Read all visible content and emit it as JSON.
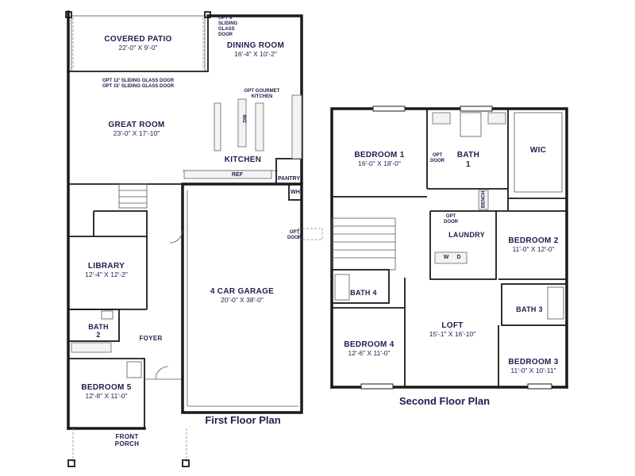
{
  "first_floor": {
    "title": "First Floor Plan",
    "rooms": {
      "covered_patio": {
        "name": "COVERED PATIO",
        "dims": "22'-0\" X 9'-0\""
      },
      "dining_room": {
        "name": "DINING ROOM",
        "dims": "16'-4\" X 10'-2\""
      },
      "great_room": {
        "name": "GREAT ROOM",
        "dims": "23'-0\" X 17'-10\""
      },
      "kitchen": {
        "name": "KITCHEN"
      },
      "library": {
        "name": "LIBRARY",
        "dims": "12'-4\" X 12'-2\""
      },
      "garage": {
        "name": "4 CAR GARAGE",
        "dims": "20'-0\" X 38'-0\""
      },
      "bath2": {
        "name": "BATH",
        "number": "2"
      },
      "foyer": {
        "name": "FOYER"
      },
      "bedroom5": {
        "name": "BEDROOM 5",
        "dims": "12'-8\" X 11'-0\""
      },
      "front_porch": {
        "line1": "FRONT",
        "line2": "PORCH"
      }
    },
    "notes": {
      "sliding_door_l1": "OPT 8'",
      "sliding_door_l2": "SLIDING",
      "sliding_door_l3": "GLASS",
      "sliding_door_l4": "DOOR",
      "patio_door_1": "OPT 12' SLIDING GLASS DOOR",
      "patio_door_2": "OPT 15' SLIDING GLASS DOOR",
      "gourmet_l1": "OPT GOURMET",
      "gourmet_l2": "KITCHEN",
      "dw": "DW",
      "ref": "REF",
      "pantry": "PANTRY",
      "wh": "WH",
      "opt_door_l1": "OPT",
      "opt_door_l2": "DOOR"
    }
  },
  "second_floor": {
    "title": "Second Floor Plan",
    "rooms": {
      "bedroom1": {
        "name": "BEDROOM 1",
        "dims": "16'-0\" X 18'-0\""
      },
      "bath1": {
        "name": "BATH",
        "number": "1"
      },
      "wic": {
        "name": "WIC"
      },
      "laundry": {
        "name": "LAUNDRY"
      },
      "bedroom2": {
        "name": "BEDROOM 2",
        "dims": "11'-0\" X 12'-0\""
      },
      "bath4": {
        "name": "BATH 4"
      },
      "bath3": {
        "name": "BATH 3"
      },
      "loft": {
        "name": "LOFT",
        "dims": "15'-1\" X 16'-10\""
      },
      "bedroom4": {
        "name": "BEDROOM 4",
        "dims": "12'-6\" X 11'-0\""
      },
      "bedroom3": {
        "name": "BEDROOM 3",
        "dims": "11'-0\" X 10'-11\""
      }
    },
    "notes": {
      "opt_door_a_l1": "OPT",
      "opt_door_a_l2": "DOOR",
      "opt_door_b_l1": "OPT",
      "opt_door_b_l2": "DOOR",
      "bench": "BENCH",
      "washer": "W",
      "dryer": "D"
    }
  }
}
